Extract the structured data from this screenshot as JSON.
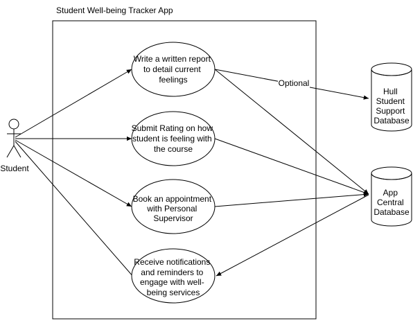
{
  "system": {
    "title": "Student Well-being Tracker App"
  },
  "actor": {
    "name": "Student"
  },
  "use_cases": [
    {
      "lines": [
        "Write a written report",
        "to detail current",
        "feelings"
      ]
    },
    {
      "lines": [
        "Submit Rating on how",
        "student is feeling with",
        "the course"
      ]
    },
    {
      "lines": [
        "Book an appointment",
        "with Personal",
        "Supervisor"
      ]
    },
    {
      "lines": [
        "Receive notifications",
        "and reminders to",
        "engage with well-",
        "being services"
      ]
    }
  ],
  "databases": [
    {
      "lines": [
        "Hull",
        "Student",
        "Support",
        "Database"
      ]
    },
    {
      "lines": [
        "App",
        "Central",
        "Database"
      ]
    }
  ],
  "edge_labels": {
    "optional": "Optional"
  }
}
